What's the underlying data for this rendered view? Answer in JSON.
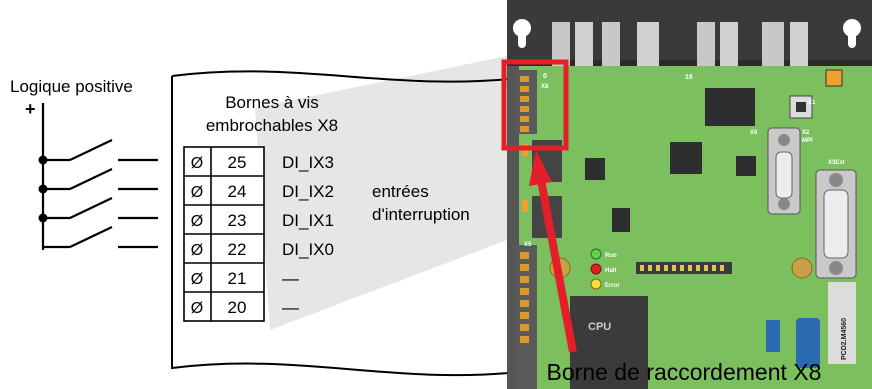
{
  "left_panel": {
    "polarity_label": "Logique positive",
    "plus_sign": "+",
    "header_line1": "Bornes à vis",
    "header_line2": "embrochables X8",
    "terminals": [
      {
        "number": "25",
        "signal": "DI_IX3"
      },
      {
        "number": "24",
        "signal": "DI_IX2"
      },
      {
        "number": "23",
        "signal": "DI_IX1"
      },
      {
        "number": "22",
        "signal": "DI_IX0"
      },
      {
        "number": "21",
        "signal": "—"
      },
      {
        "number": "20",
        "signal": "—"
      }
    ],
    "interrupt_line1": "entrées",
    "interrupt_line2": "d'interruption",
    "screw_symbol": "Ø"
  },
  "board": {
    "conn_x8_top": "0",
    "conn_x8_name": "X8",
    "label_16": "16",
    "x1": "X1",
    "x9": "X9",
    "x2": "X2",
    "mpi": "MPI",
    "x3ext": "X3Ext",
    "x5": "X5",
    "led_run": "Run",
    "led_halt": "Halt",
    "led_error": "Error",
    "cpu": "CPU",
    "model": "PCD2.M4560"
  },
  "callout": {
    "caption": "Borne de raccordement X8"
  },
  "colors": {
    "board_green": "#7bbf5e",
    "highlight_red": "#e3202a",
    "panel_gray": "#e6e6e6",
    "dark_housing": "#3a3a3a"
  }
}
